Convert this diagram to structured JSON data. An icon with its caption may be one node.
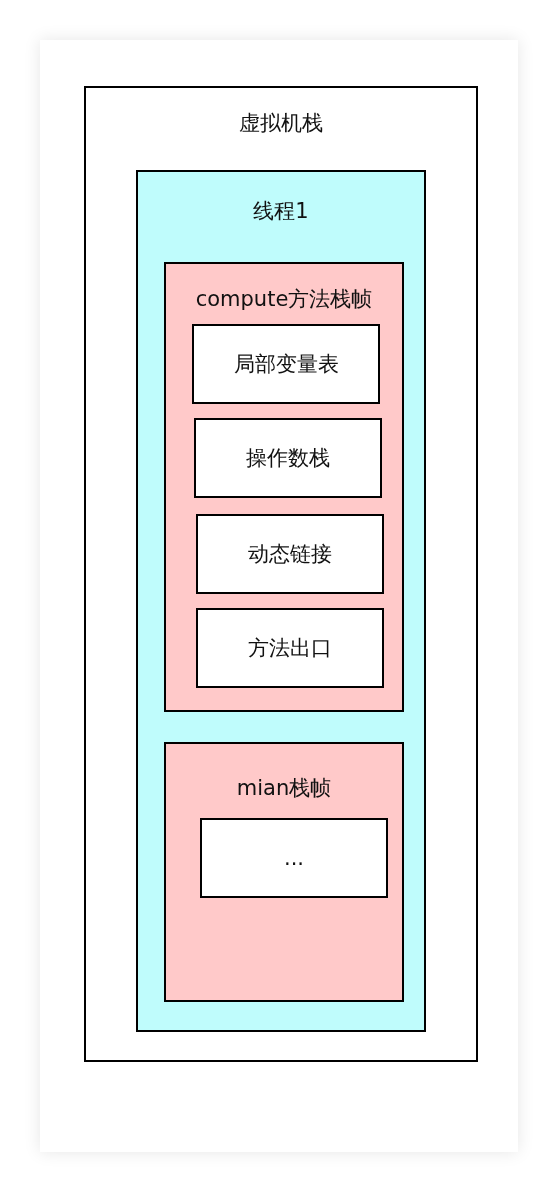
{
  "diagram": {
    "nodes": [
      {
        "text": [
          "虚拟机栈"
        ]
      },
      {
        "text": [
          "线程1"
        ],
        "in": 0
      },
      {
        "text": [
          "compute方法栈帧"
        ],
        "in": 1
      },
      {
        "text": [
          "局部变量表"
        ],
        "in": 2
      },
      {
        "text": [
          "操作数栈"
        ],
        "in": 2
      },
      {
        "text": [
          "动态链接"
        ],
        "in": 2
      },
      {
        "text": [
          "方法出口"
        ],
        "in": 2
      },
      {
        "text": [
          "mian栈帧"
        ],
        "in": 1
      },
      {
        "text": [
          "..."
        ],
        "in": 7
      }
    ]
  }
}
